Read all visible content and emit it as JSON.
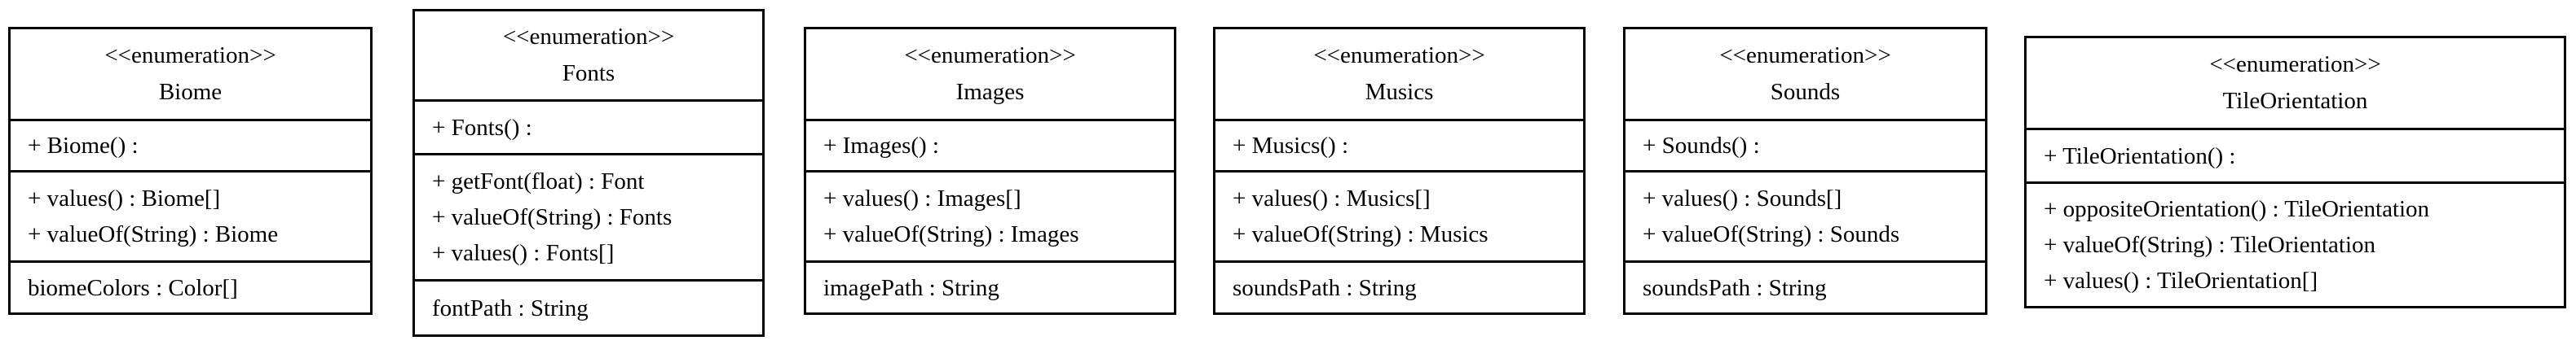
{
  "diagram": {
    "kind": "uml-class-diagram",
    "colors": {
      "border": "#000000",
      "background": "#ffffff",
      "text": "#000000"
    },
    "classes": [
      {
        "stereotype": "<<enumeration>>",
        "name": "Biome",
        "constructors": [
          "+ Biome() :"
        ],
        "methods": [
          "+ values() : Biome[]",
          "+ valueOf(String) : Biome"
        ],
        "attributes": [
          "biomeColors : Color[]"
        ]
      },
      {
        "stereotype": "<<enumeration>>",
        "name": "Fonts",
        "constructors": [
          "+ Fonts() :"
        ],
        "methods": [
          "+ getFont(float) : Font",
          "+ valueOf(String) : Fonts",
          "+ values() : Fonts[]"
        ],
        "attributes": [
          "fontPath : String"
        ]
      },
      {
        "stereotype": "<<enumeration>>",
        "name": "Images",
        "constructors": [
          "+ Images() :"
        ],
        "methods": [
          "+ values() : Images[]",
          "+ valueOf(String) : Images"
        ],
        "attributes": [
          "imagePath : String"
        ]
      },
      {
        "stereotype": "<<enumeration>>",
        "name": "Musics",
        "constructors": [
          "+ Musics() :"
        ],
        "methods": [
          "+ values() : Musics[]",
          "+ valueOf(String) : Musics"
        ],
        "attributes": [
          "soundsPath : String"
        ]
      },
      {
        "stereotype": "<<enumeration>>",
        "name": "Sounds",
        "constructors": [
          "+ Sounds() :"
        ],
        "methods": [
          "+ values() : Sounds[]",
          "+ valueOf(String) : Sounds"
        ],
        "attributes": [
          "soundsPath : String"
        ]
      },
      {
        "stereotype": "<<enumeration>>",
        "name": "TileOrientation",
        "constructors": [
          "+ TileOrientation() :"
        ],
        "methods": [
          "+ oppositeOrientation() : TileOrientation",
          "+ valueOf(String) : TileOrientation",
          "+ values() : TileOrientation[]"
        ],
        "attributes": []
      }
    ]
  }
}
